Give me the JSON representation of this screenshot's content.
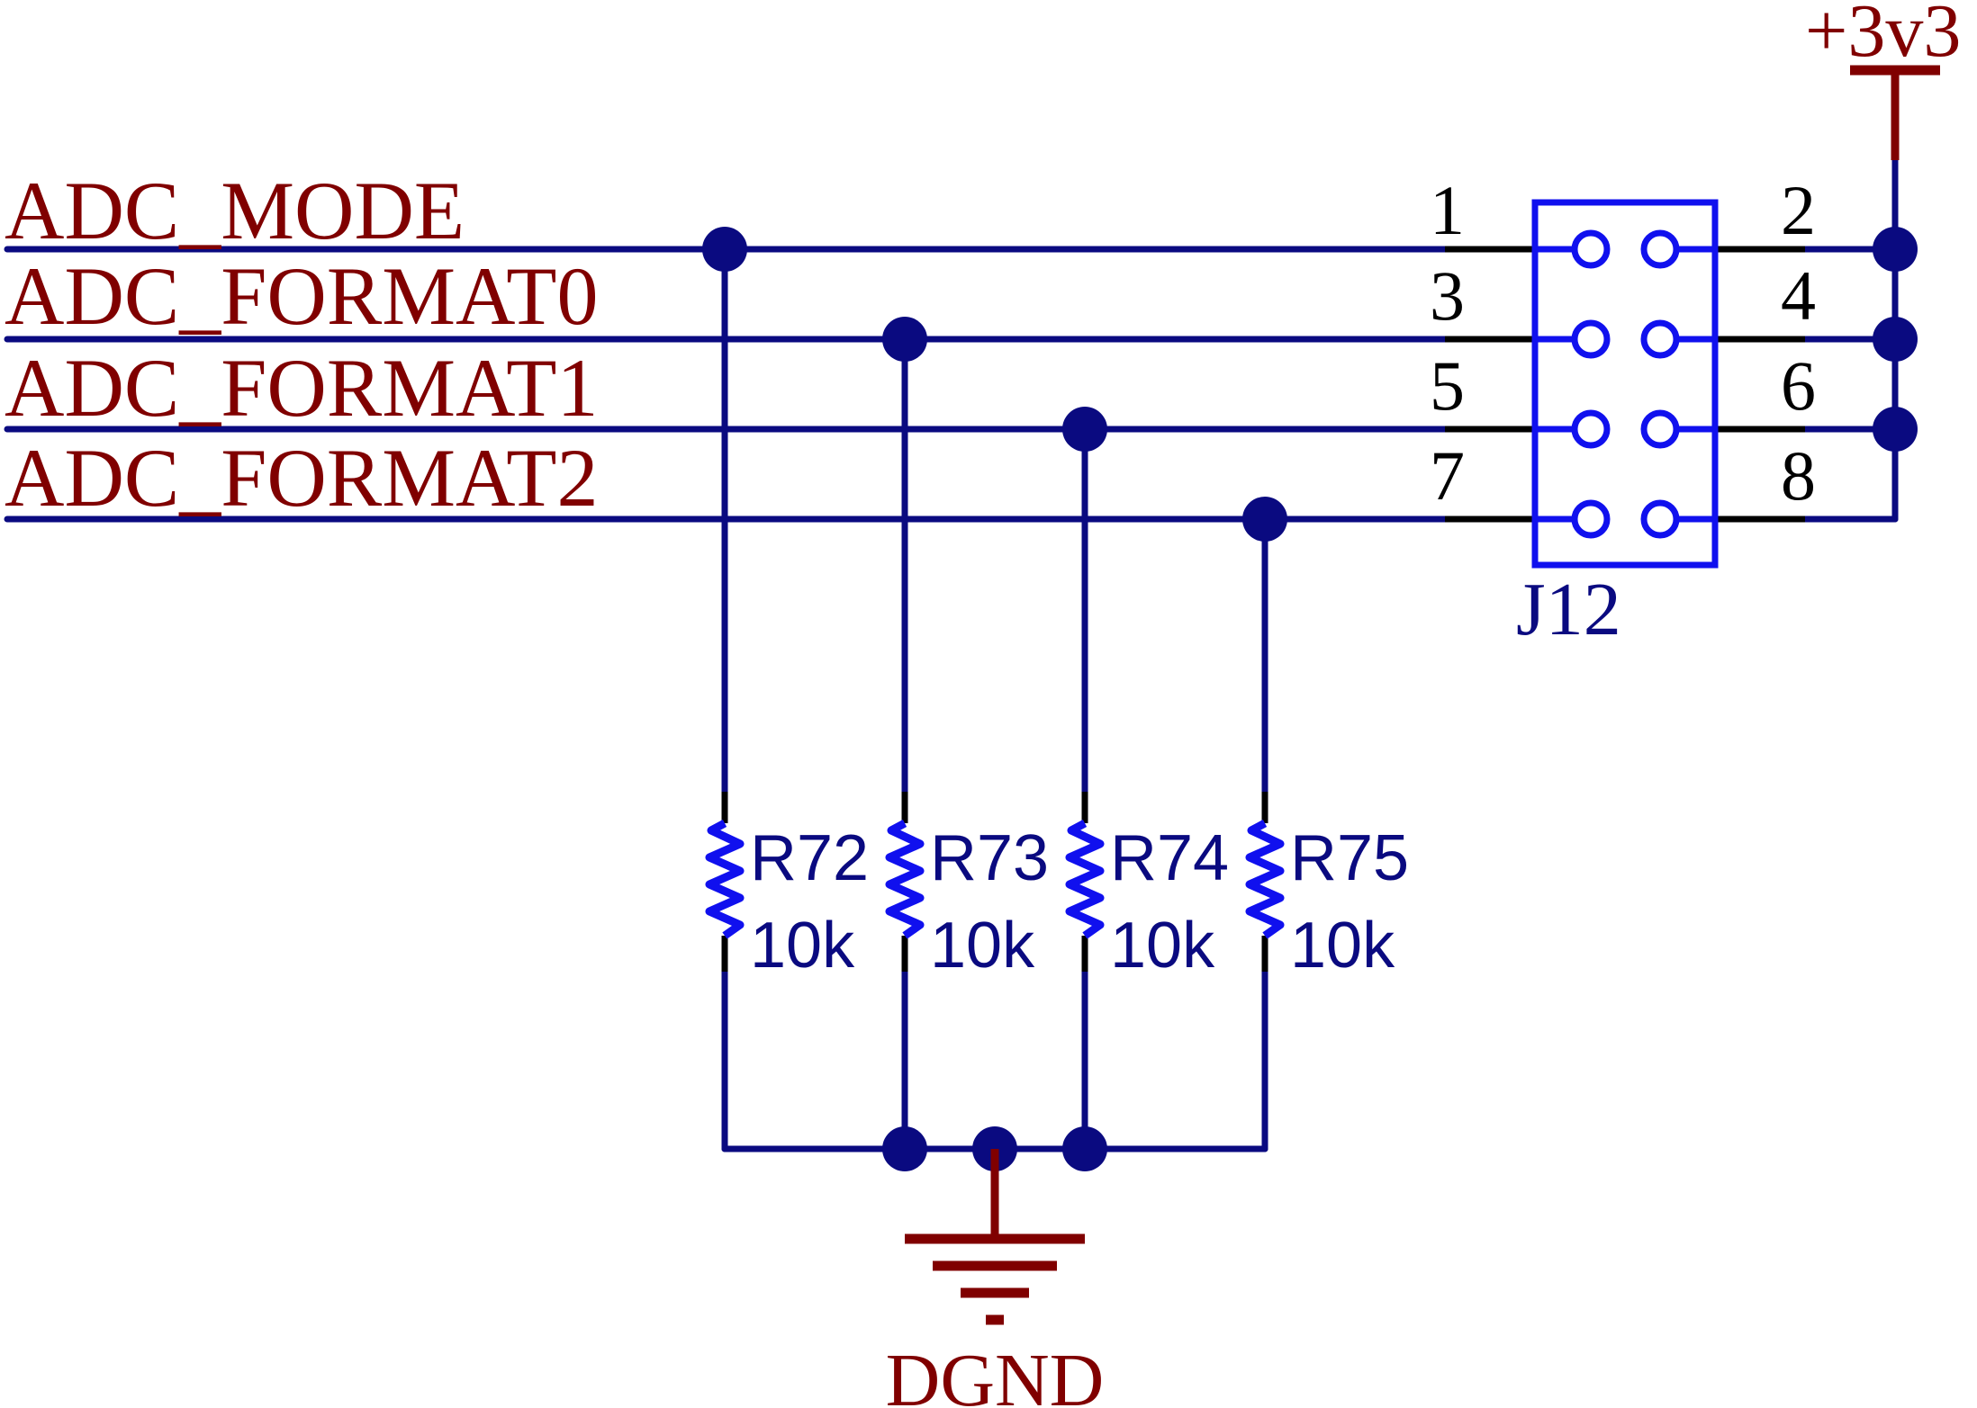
{
  "colors": {
    "wire": "#0a0a80",
    "net_label": "#800000",
    "component": "#1010ee",
    "pin_number": "#000000",
    "power": "#800000"
  },
  "nets": [
    "ADC_MODE",
    "ADC_FORMAT0",
    "ADC_FORMAT1",
    "ADC_FORMAT2"
  ],
  "connector": {
    "designator": "J12",
    "left_pins": [
      "1",
      "3",
      "5",
      "7"
    ],
    "right_pins": [
      "2",
      "4",
      "6",
      "8"
    ]
  },
  "resistors": [
    {
      "designator": "R72",
      "value": "10k"
    },
    {
      "designator": "R73",
      "value": "10k"
    },
    {
      "designator": "R74",
      "value": "10k"
    },
    {
      "designator": "R75",
      "value": "10k"
    }
  ],
  "power": {
    "supply_label": "+3v3",
    "ground_label": "DGND"
  }
}
